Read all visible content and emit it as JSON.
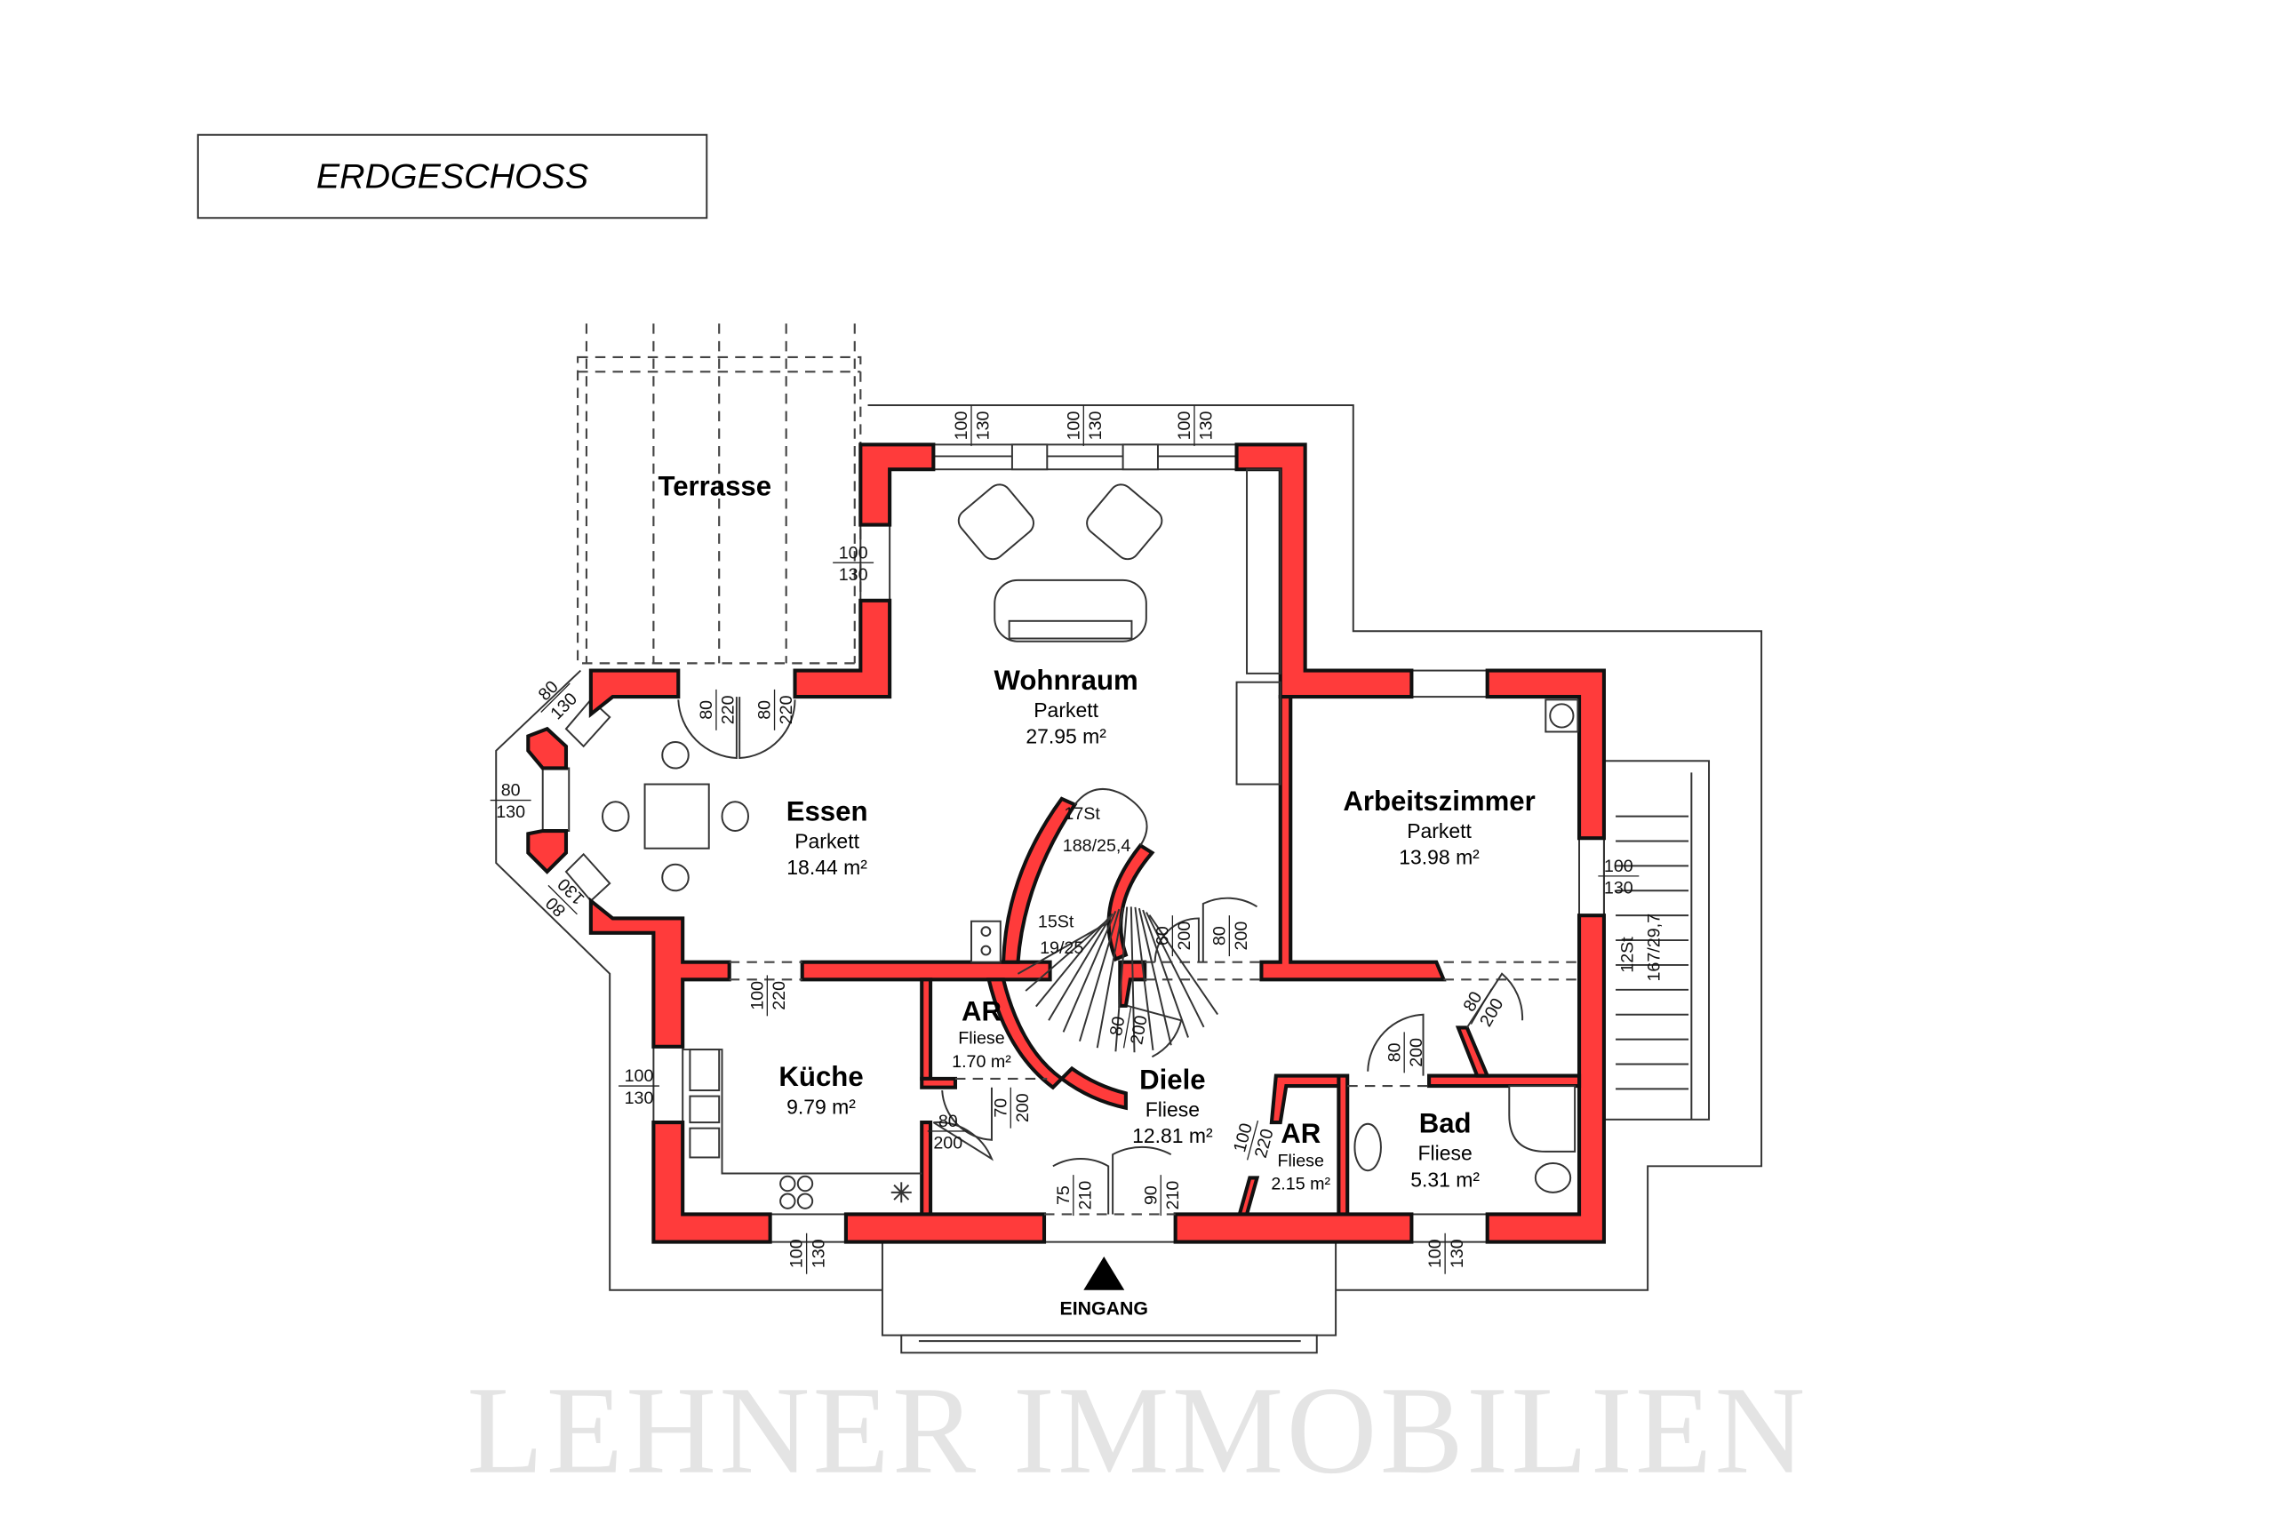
{
  "title": "ERDGESCHOSS",
  "watermark": "LEHNER IMMOBILIEN",
  "entrance": "EINGANG",
  "colors": {
    "wall": "#ff3b3b",
    "line": "#111111"
  },
  "rooms": {
    "terrasse": {
      "name": "Terrasse"
    },
    "wohnraum": {
      "name": "Wohnraum",
      "floor": "Parkett",
      "area": "27.95 m²"
    },
    "essen": {
      "name": "Essen",
      "floor": "Parkett",
      "area": "18.44 m²"
    },
    "arbeitszimmer": {
      "name": "Arbeitszimmer",
      "floor": "Parkett",
      "area": "13.98 m²"
    },
    "kueche": {
      "name": "Küche",
      "area": "9.79 m²"
    },
    "ar1": {
      "name": "AR",
      "floor": "Fliese",
      "area": "1.70 m²"
    },
    "diele": {
      "name": "Diele",
      "floor": "Fliese",
      "area": "12.81 m²"
    },
    "ar2": {
      "name": "AR",
      "floor": "Fliese",
      "area": "2.15 m²"
    },
    "bad": {
      "name": "Bad",
      "floor": "Fliese",
      "area": "5.31 m²"
    }
  },
  "stairs": {
    "upper_steps": "17St",
    "upper_rise": "188/25,4",
    "lower_steps": "15St",
    "lower_rise": "19/25",
    "balcony_steps": "12St",
    "balcony_rise": "167/29,7"
  },
  "dims": [
    {
      "a": "100",
      "b": "130"
    },
    {
      "a": "100",
      "b": "130"
    },
    {
      "a": "100",
      "b": "130"
    },
    {
      "a": "100",
      "b": "130"
    },
    {
      "a": "80",
      "b": "220"
    },
    {
      "a": "80",
      "b": "220"
    },
    {
      "a": "80",
      "b": "130"
    },
    {
      "a": "80",
      "b": "130"
    },
    {
      "a": "80",
      "b": "130"
    },
    {
      "a": "100",
      "b": "220"
    },
    {
      "a": "100",
      "b": "130"
    },
    {
      "a": "100",
      "b": "130"
    },
    {
      "a": "100",
      "b": "130"
    },
    {
      "a": "60",
      "b": "200"
    },
    {
      "a": "80",
      "b": "200"
    },
    {
      "a": "80",
      "b": "200"
    },
    {
      "a": "70",
      "b": "200"
    },
    {
      "a": "80",
      "b": "200"
    },
    {
      "a": "75",
      "b": "210"
    },
    {
      "a": "90",
      "b": "210"
    },
    {
      "a": "100",
      "b": "220"
    },
    {
      "a": "80",
      "b": "200"
    },
    {
      "a": "80",
      "b": "200"
    },
    {
      "a": "100",
      "b": "130"
    }
  ]
}
